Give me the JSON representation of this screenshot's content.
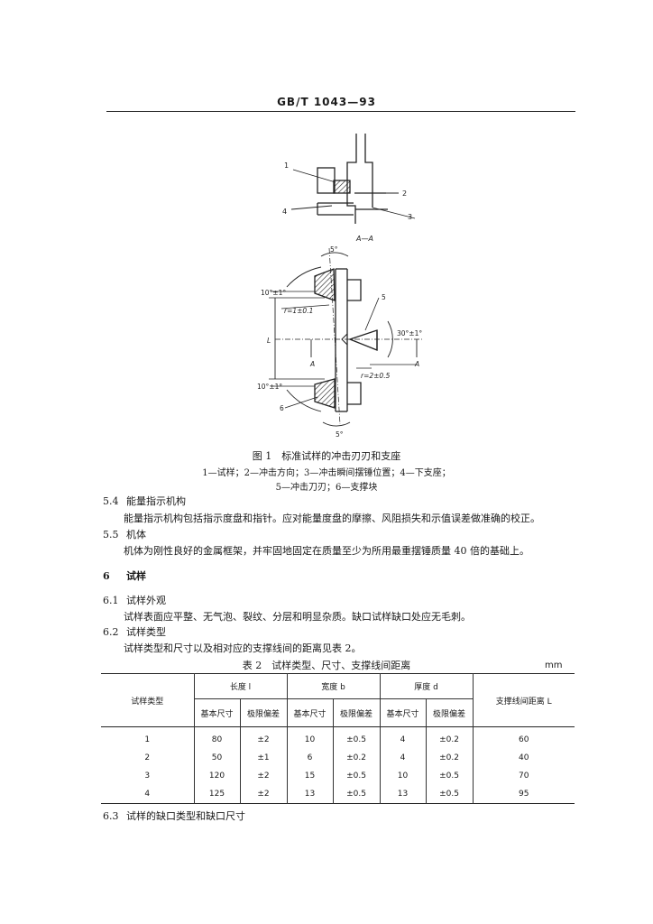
{
  "header": {
    "title": "GB/T 1043—93"
  },
  "figure": {
    "view_label": "A—A",
    "top_callouts": [
      "1",
      "2",
      "4",
      "3"
    ],
    "angle_top": "5°",
    "angle_bottom": "5°",
    "angle_upper_left": "10°±1°",
    "angle_lower_left": "10°±1°",
    "radius_upper": "r=1±0.1",
    "radius_lower": "r=2±0.5",
    "striker_angle": "30°±1°",
    "span_label": "L",
    "section_mark_left": "A",
    "section_mark_right": "A",
    "striker_callout": "5",
    "support_callout": "6",
    "caption": "图 1　标准试样的冲击刃刃和支座",
    "legend_line1": "1—试样；2—冲击方向；3—冲击瞬间摆锤位置；4—下支座；",
    "legend_line2": "5—冲击刀刃；6—支撑块"
  },
  "sections": [
    {
      "num": "5.4",
      "title": "能量指示机构",
      "text": "能量指示机构包括指示度盘和指针。应对能量度盘的摩擦、风阻损失和示值误差做准确的校正。"
    },
    {
      "num": "5.5",
      "title": "机体",
      "text": "机体为刚性良好的金属框架，并牢固地固定在质量至少为所用最重摆锤质量 40 倍的基础上。"
    },
    {
      "num": "6",
      "title": "试样"
    },
    {
      "num": "6.1",
      "title": "试样外观",
      "text": "试样表面应平整、无气泡、裂纹、分层和明显杂质。缺口试样缺口处应无毛刺。"
    },
    {
      "num": "6.2",
      "title": "试样类型",
      "text": "试样类型和尺寸以及相对应的支撑线间的距离见表 2。"
    },
    {
      "num": "6.3",
      "title": "试样的缺口类型和缺口尺寸"
    }
  ],
  "table": {
    "title": "表 2　试样类型、尺寸、支撑线间距离",
    "unit": "mm",
    "headers": {
      "type": "试样类型",
      "length": "长度 l",
      "width": "宽度 b",
      "thickness": "厚度 d",
      "span": "支撑线间距离 L",
      "basic": "基本尺寸",
      "tolerance": "极限偏差"
    },
    "rows": [
      [
        "1",
        "80",
        "±2",
        "10",
        "±0.5",
        "4",
        "±0.2",
        "60"
      ],
      [
        "2",
        "50",
        "±1",
        "6",
        "±0.2",
        "4",
        "±0.2",
        "40"
      ],
      [
        "3",
        "120",
        "±2",
        "15",
        "±0.5",
        "10",
        "±0.5",
        "70"
      ],
      [
        "4",
        "125",
        "±2",
        "13",
        "±0.5",
        "13",
        "±0.5",
        "95"
      ]
    ]
  }
}
